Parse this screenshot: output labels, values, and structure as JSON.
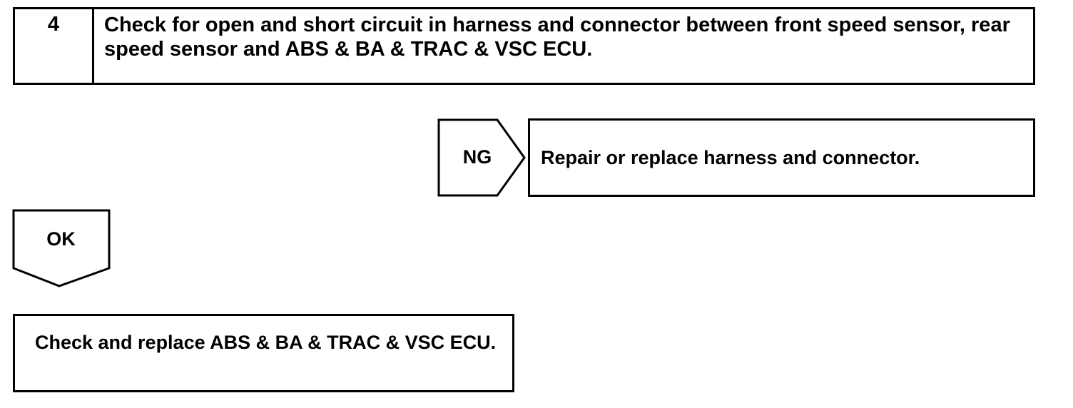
{
  "step": {
    "number": "4",
    "title": "Check for open and short circuit in harness and connector between front speed sensor, rear speed sensor and ABS & BA & TRAC & VSC ECU."
  },
  "ng_branch": {
    "label": "NG",
    "action": "Repair or replace harness and connector."
  },
  "ok_branch": {
    "label": "OK",
    "action": "Check and replace ABS & BA & TRAC & VSC ECU."
  }
}
